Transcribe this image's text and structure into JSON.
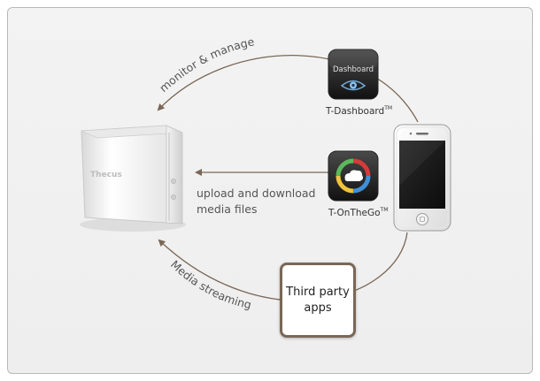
{
  "labels": {
    "monitor": "monitor & manage",
    "upload_line1": "upload and download",
    "upload_line2": "media files",
    "media_streaming": "Media streaming",
    "third_party_line1": "Third party",
    "third_party_line2": "apps"
  },
  "apps": {
    "dashboard": {
      "icon_text": "Dashboard",
      "name": "T-Dashboard",
      "tm": "TM"
    },
    "onthego": {
      "name": "T-OnTheGo",
      "tm": "TM"
    }
  },
  "nas": {
    "brand": "Thecus"
  },
  "colors": {
    "arrow": "#7a6756",
    "frame_border": "#b9b9b9",
    "background": "#f0f0f0"
  }
}
